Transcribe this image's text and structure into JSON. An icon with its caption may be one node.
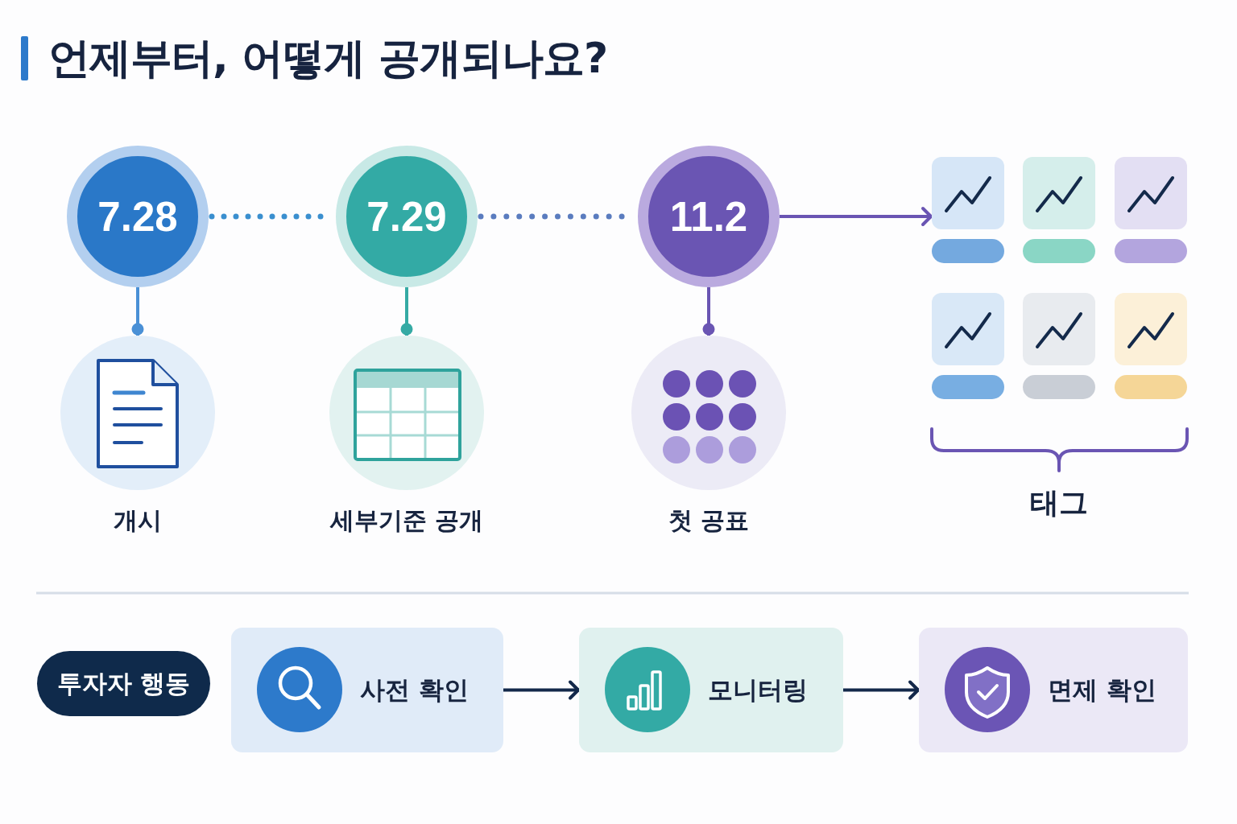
{
  "diagram": {
    "title": "언제부터, 어떻게 공개되나요?",
    "nodes": [
      {
        "text": [
          "7.28"
        ]
      },
      {
        "text": [
          "7.29"
        ]
      },
      {
        "text": [
          "11.2"
        ]
      },
      {
        "text": [],
        "shape": "circle",
        "beside": [
          "개시"
        ]
      },
      {
        "text": [],
        "shape": "circle",
        "beside": [
          "세부기준 공개"
        ]
      },
      {
        "text": [],
        "shape": "circle",
        "beside": [
          "첫 공표"
        ]
      },
      {
        "text": [],
        "shape": "box"
      },
      {
        "text": [],
        "shape": "box"
      },
      {
        "text": [],
        "shape": "box"
      },
      {
        "text": [],
        "shape": "bar"
      },
      {
        "text": [],
        "shape": "bar"
      },
      {
        "text": [],
        "shape": "bar"
      },
      {
        "text": [],
        "shape": "box"
      },
      {
        "text": [],
        "shape": "box"
      },
      {
        "text": [],
        "shape": "box"
      },
      {
        "text": [],
        "shape": "bar"
      },
      {
        "text": [],
        "shape": "bar"
      },
      {
        "text": [],
        "shape": "bar"
      },
      {
        "text": [
          "투자자 행동"
        ]
      },
      {
        "text": [
          "사전 확인"
        ]
      },
      {
        "text": [
          "모니터링"
        ]
      },
      {
        "text": [
          "면제 확인"
        ]
      }
    ],
    "edges": [
      {
        "from": 0,
        "to": 1,
        "arrow": "none",
        "style": "dashed",
        "color": "#3a8fcf"
      },
      {
        "from": 1,
        "to": 2,
        "arrow": "none",
        "style": "dashed",
        "color": "#5a7cbf"
      },
      {
        "from": 2,
        "to": 6,
        "arrow": "to",
        "color": "#6a55b3"
      },
      {
        "from": 0,
        "to": 3,
        "arrow": "other",
        "color": "#4a90d6"
      },
      {
        "from": 1,
        "to": 4,
        "arrow": "other",
        "color": "#35aaa4"
      },
      {
        "from": 2,
        "to": 5,
        "arrow": "other",
        "color": "#6a55b3"
      },
      {
        "from": 19,
        "to": 20,
        "arrow": "to",
        "color": "#13284a"
      },
      {
        "from": 20,
        "to": 21,
        "arrow": "to",
        "color": "#13284a"
      }
    ],
    "labels": [
      "태그"
    ]
  }
}
